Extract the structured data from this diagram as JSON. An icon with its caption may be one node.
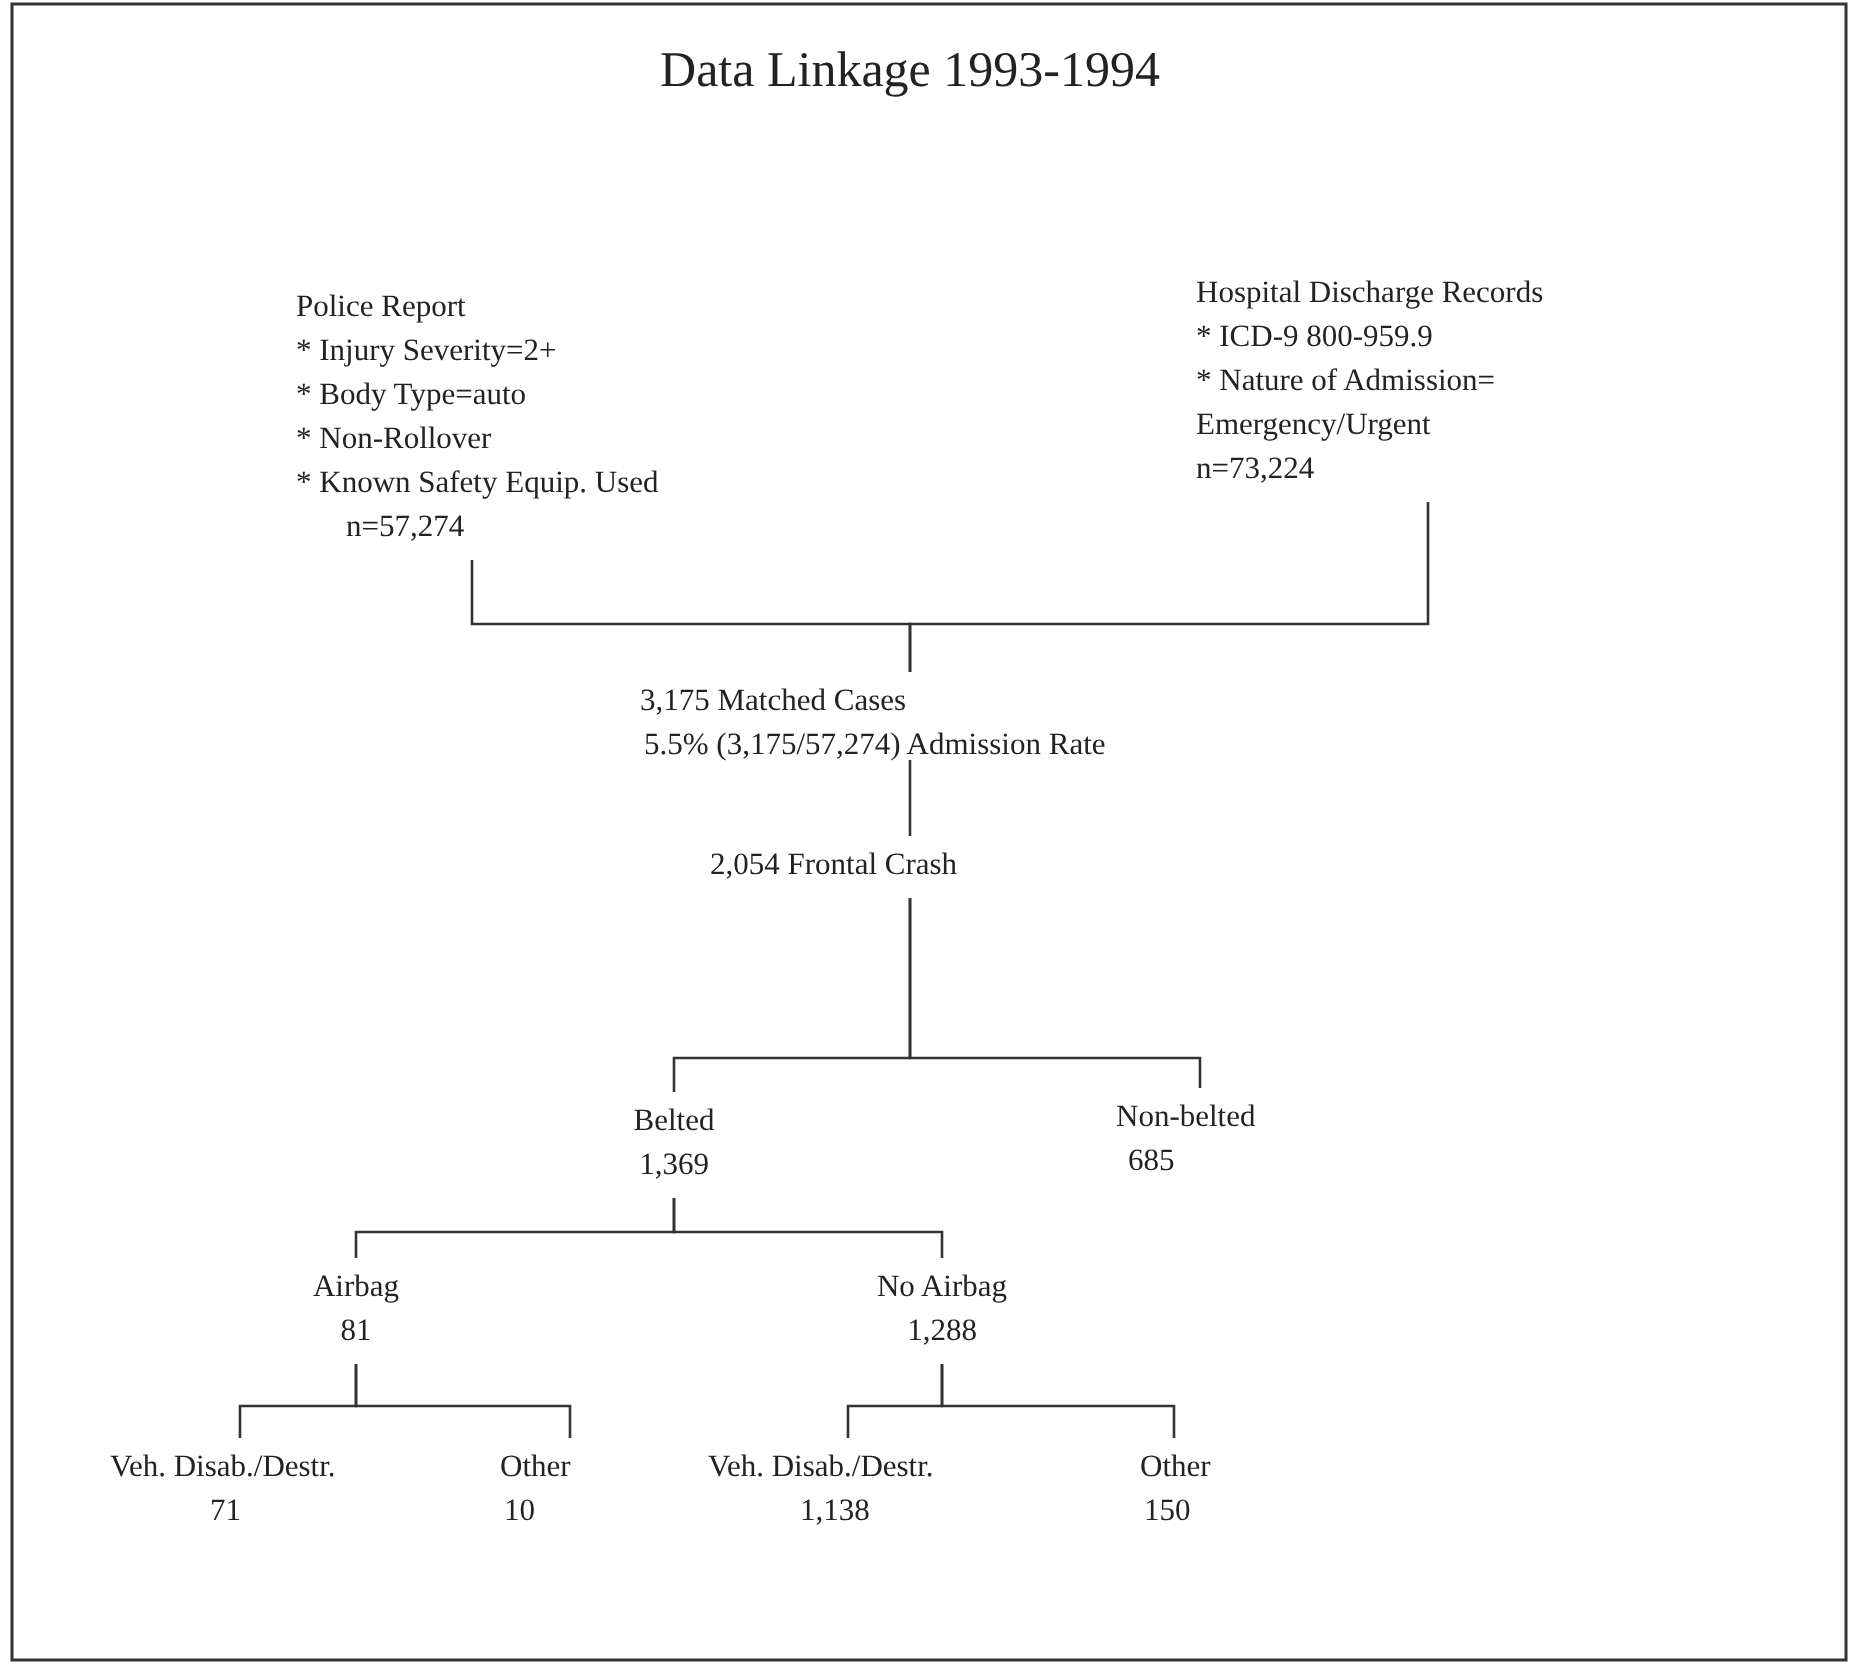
{
  "diagram": {
    "title": "Data Linkage 1993-1994",
    "nodes": [
      {
        "text": [
          "Police Report",
          "* Injury Severity=2+",
          "* Body Type=auto",
          "* Non-Rollover",
          "* Known Safety Equip. Used",
          "n=57,274"
        ]
      },
      {
        "text": [
          "Hospital Discharge Records",
          "* ICD-9  800-959.9",
          "* Nature of Admission= Emergency/Urgent",
          "n=73,224"
        ]
      },
      {
        "text": [
          "3,175 Matched Cases",
          "5.5% (3,175/57,274) Admission Rate"
        ]
      },
      {
        "text": [
          "2,054 Frontal Crash"
        ]
      },
      {
        "text": [
          "Belted",
          "1,369"
        ]
      },
      {
        "text": [
          "Non-belted",
          "685"
        ]
      },
      {
        "text": [
          "Airbag",
          "81"
        ]
      },
      {
        "text": [
          "No Airbag",
          "1,288"
        ]
      },
      {
        "text": [
          "Veh. Disab./Destr.",
          "71"
        ]
      },
      {
        "text": [
          "Other",
          "10"
        ]
      },
      {
        "text": [
          "Veh. Disab./Destr.",
          "1,138"
        ]
      },
      {
        "text": [
          "Other",
          "150"
        ]
      }
    ],
    "edges": [
      {
        "from": 0,
        "to": 2,
        "arrow": "none"
      },
      {
        "from": 1,
        "to": 2,
        "arrow": "none"
      },
      {
        "from": 2,
        "to": 3,
        "arrow": "none"
      },
      {
        "from": 3,
        "to": 4,
        "arrow": "none"
      },
      {
        "from": 3,
        "to": 5,
        "arrow": "none"
      },
      {
        "from": 4,
        "to": 6,
        "arrow": "none"
      },
      {
        "from": 4,
        "to": 7,
        "arrow": "none"
      },
      {
        "from": 6,
        "to": 8,
        "arrow": "none"
      },
      {
        "from": 6,
        "to": 9,
        "arrow": "none"
      },
      {
        "from": 7,
        "to": 10,
        "arrow": "none"
      },
      {
        "from": 7,
        "to": 11,
        "arrow": "none"
      }
    ]
  }
}
